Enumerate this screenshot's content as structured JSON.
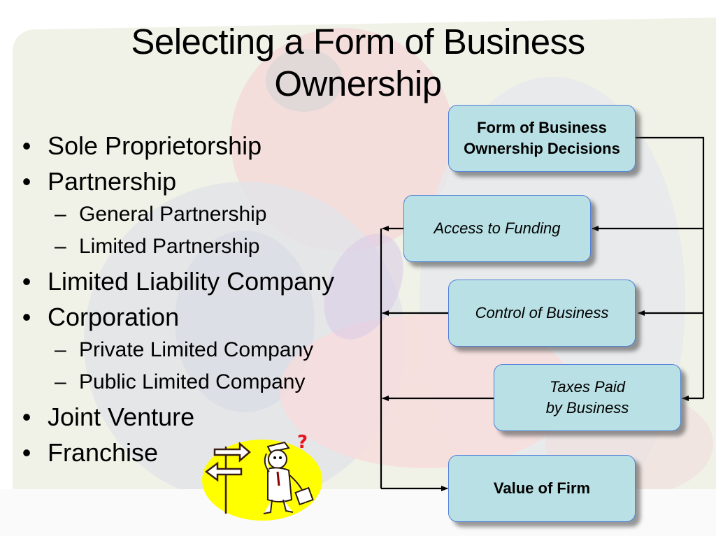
{
  "slide": {
    "title": "Selecting a Form of Business Ownership",
    "title_lines": [
      "Selecting a Form of Business",
      "Ownership"
    ]
  },
  "bullets": [
    {
      "level": 1,
      "marker": "•",
      "text": "Sole Proprietorship"
    },
    {
      "level": 1,
      "marker": "•",
      "text": "Partnership"
    },
    {
      "level": 2,
      "marker": "–",
      "text": "General Partnership"
    },
    {
      "level": 2,
      "marker": "–",
      "text": "Limited Partnership"
    },
    {
      "level": 1,
      "marker": "•",
      "text": "Limited Liability Company"
    },
    {
      "level": 1,
      "marker": "•",
      "text": "Corporation"
    },
    {
      "level": 2,
      "marker": "–",
      "text": "Private Limited Company"
    },
    {
      "level": 2,
      "marker": "–",
      "text": "Public Limited Company"
    },
    {
      "level": 1,
      "marker": "•",
      "text": "Joint Venture"
    },
    {
      "level": 1,
      "marker": "•",
      "text": "Franchise"
    }
  ],
  "diagram": {
    "nodes": {
      "decisions": {
        "lines": [
          "Form of Business",
          "Ownership Decisions"
        ],
        "style": "bold"
      },
      "funding": {
        "lines": [
          "Access to Funding"
        ],
        "style": "italic"
      },
      "control": {
        "lines": [
          "Control of Business"
        ],
        "style": "italic"
      },
      "taxes": {
        "lines": [
          "Taxes Paid",
          "by Business"
        ],
        "style": "italic"
      },
      "value": {
        "lines": [
          "Value of Firm"
        ],
        "style": "bold"
      }
    },
    "edges": [
      {
        "from": "decisions",
        "to": "funding"
      },
      {
        "from": "decisions",
        "to": "control"
      },
      {
        "from": "decisions",
        "to": "taxes"
      },
      {
        "from": "funding",
        "to": "value"
      },
      {
        "from": "control",
        "to": "value"
      },
      {
        "from": "taxes",
        "to": "value"
      }
    ],
    "colors": {
      "box_fill": "#b9e0e4",
      "box_border": "#4f7fd6",
      "line": "#000000"
    }
  },
  "clipart": {
    "name": "confused-man-at-signpost",
    "question_mark": "?",
    "circle_color": "#ffff00"
  }
}
